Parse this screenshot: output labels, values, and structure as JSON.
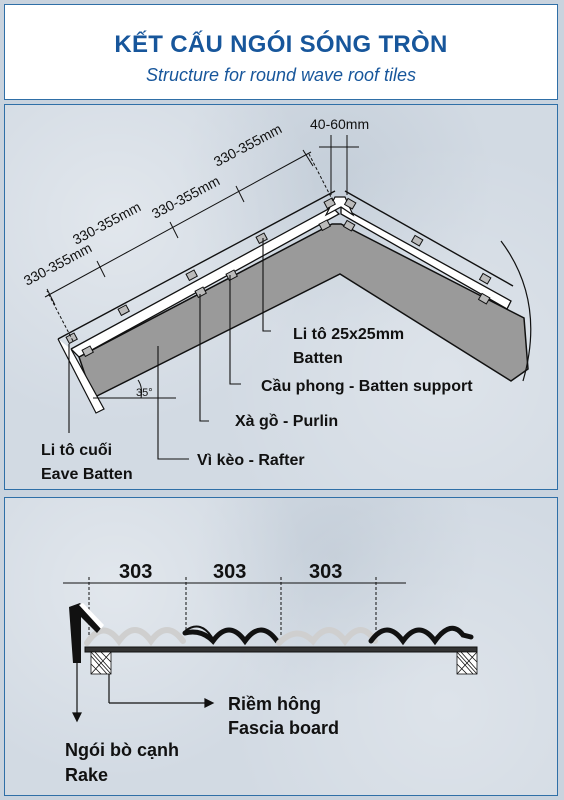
{
  "title": {
    "vietnamese": "KẾT CẤU NGÓI SÓNG TRÒN",
    "english": "Structure for round wave roof tiles"
  },
  "roof_diagram": {
    "dimensions": {
      "spacing_1": "330-355mm",
      "spacing_2": "330-355mm",
      "spacing_3": "330-355mm",
      "spacing_4": "330-355mm",
      "ridge_gap": "40-60mm",
      "angle": "35°"
    },
    "labels": {
      "batten_vi": "Li tô 25x25mm",
      "batten_en": "Batten",
      "batten_support": "Cầu phong - Batten support",
      "purlin": "Xà gồ - Purlin",
      "rafter": "Vì kèo - Rafter",
      "eave_batten_vi": "Li tô cuối",
      "eave_batten_en": "Eave Batten"
    }
  },
  "tile_diagram": {
    "dimensions": {
      "pitch_1": "303",
      "pitch_2": "303",
      "pitch_3": "303"
    },
    "labels": {
      "fascia_vi": "Riềm hông",
      "fascia_en": "Fascia board",
      "rake_vi": "Ngói bò cạnh",
      "rake_en": "Rake"
    }
  },
  "colors": {
    "title_blue": "#17569b",
    "border_blue": "#2f6fa7",
    "rafter_gray": "#9a9a9a"
  }
}
